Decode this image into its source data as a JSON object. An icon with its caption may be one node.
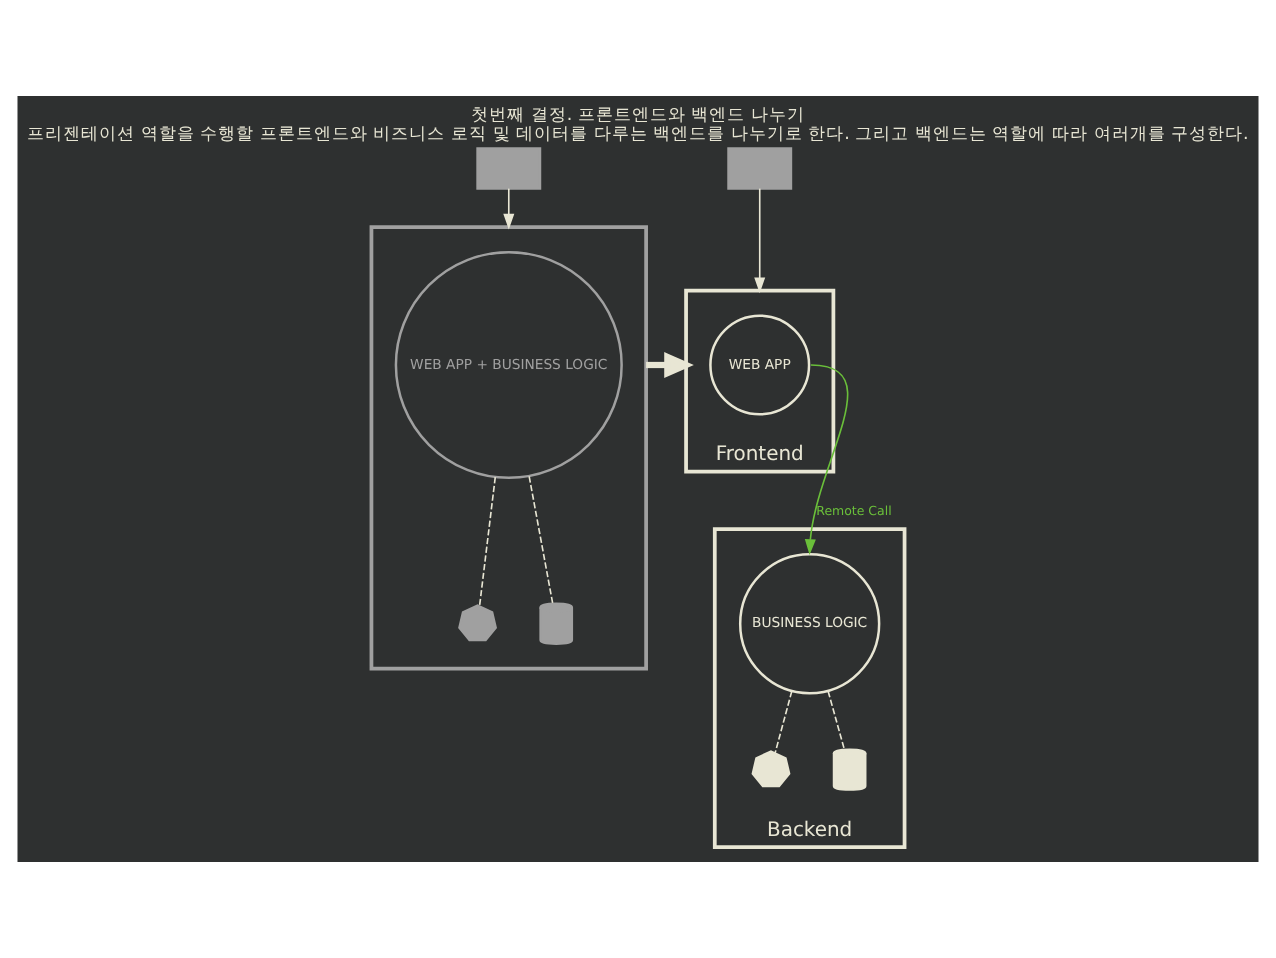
{
  "diagram": {
    "title": "첫번째 결정. 프론트엔드와 백엔드 나누기",
    "caption": "프리젠테이션 역할을 수행할 프론트엔드와 비즈니스 로직 및 데이터를 다루는 백엔드를 나누기로 한다. 그리고 백엔드는 역할에 따라 여러개를 구성한다.",
    "nodes": [
      {
        "text": [],
        "shape": "monitor"
      },
      {
        "text": [],
        "shape": "box"
      },
      {
        "text": [
          "WEB APP + BUSINESS LOGIC"
        ],
        "in": 1
      },
      {
        "text": [],
        "shape": "gears",
        "in": 1
      },
      {
        "text": [],
        "shape": "cylinder",
        "in": 1
      },
      {
        "text": [],
        "shape": "monitor"
      },
      {
        "text": [
          "Frontend"
        ]
      },
      {
        "text": [
          "WEB APP"
        ],
        "in": 6
      },
      {
        "text": [
          "Backend"
        ]
      },
      {
        "text": [
          "BUSINESS LOGIC"
        ],
        "in": 8
      },
      {
        "text": [],
        "shape": "gears",
        "in": 8
      },
      {
        "text": [],
        "shape": "cylinder",
        "in": 8
      }
    ],
    "edges": [
      {
        "from": 0,
        "to": 1,
        "arrow": "to"
      },
      {
        "from": 2,
        "to": 3,
        "arrow": "none",
        "style": "dashed"
      },
      {
        "from": 2,
        "to": 4,
        "arrow": "none",
        "style": "dashed"
      },
      {
        "from": 1,
        "to": 6,
        "arrow": "to",
        "style": "thick"
      },
      {
        "from": 5,
        "to": 6,
        "arrow": "to"
      },
      {
        "from": 7,
        "to": 9,
        "arrow": "to",
        "label": "Remote Call",
        "color": "#6abf3a"
      },
      {
        "from": 9,
        "to": 10,
        "arrow": "none",
        "style": "dashed"
      },
      {
        "from": 9,
        "to": 11,
        "arrow": "none",
        "style": "dashed"
      }
    ]
  }
}
